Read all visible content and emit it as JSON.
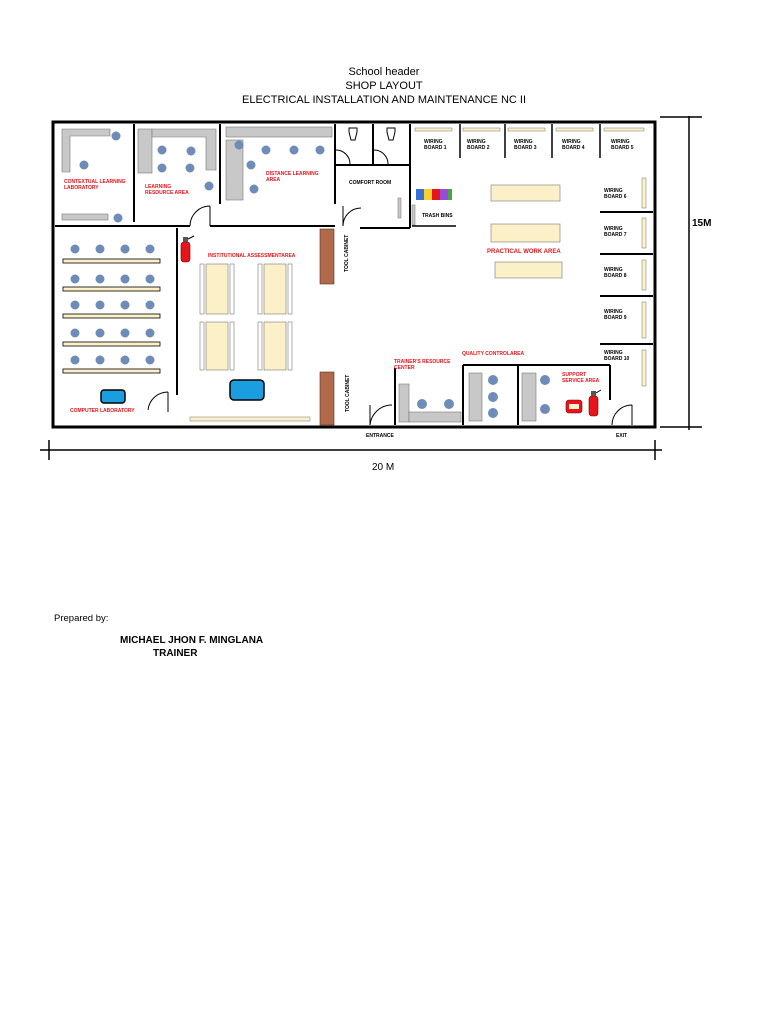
{
  "header": {
    "line1": "School header",
    "line2": "SHOP LAYOUT",
    "line3": "ELECTRICAL INSTALLATION AND MAINTENANCE NC II"
  },
  "rooms": {
    "contextual": [
      "CONTEXTUAL LEARNING",
      "LABORATORY"
    ],
    "learning_resource": [
      "LEARNING",
      "RESOURCE AREA"
    ],
    "distance_learning": [
      "DISTANCE LEARNING",
      "AREA"
    ],
    "comfort_room": "COMFORT ROOM",
    "trash_bins": "TRASH BINS",
    "institutional": "INSTITUTIONAL ASSESSMENTAREA",
    "computer_lab": "COMPUTER LABORATORY",
    "practical": "PRACTICAL WORK AREA",
    "trainers_resource": [
      "TRAINER'S RESOURCE",
      "CENTER"
    ],
    "quality_control": "QUALITY CONTROLAREA",
    "support_service": [
      "SUPPORT",
      "SERVICE AREA"
    ],
    "tool_cabinet": "TOOL CABINET"
  },
  "wiring_boards": [
    [
      "WIRING",
      "BOARD 1"
    ],
    [
      "WIRING",
      "BOARD 2"
    ],
    [
      "WIRING",
      "BOARD 3"
    ],
    [
      "WIRING",
      "BOARD 4"
    ],
    [
      "WIRING",
      "BOARD 5"
    ],
    [
      "WIRING",
      "BOARD 6"
    ],
    [
      "WIRING",
      "BOARD 7"
    ],
    [
      "WIRING",
      "BOARD 8"
    ],
    [
      "WIRING",
      "BOARD 9"
    ],
    [
      "WIRING",
      "BOARD 10"
    ]
  ],
  "doors": {
    "entrance": "ENTRANCE",
    "exit": "EXIT"
  },
  "dimensions": {
    "width": "20 M",
    "height": "15M"
  },
  "footer": {
    "prepared_by": "Prepared by:",
    "name": "MICHAEL JHON F. MINGLANA",
    "role": "TRAINER"
  },
  "colors": {
    "wall": "#000000",
    "label_red": "#e8141c",
    "table_fill": "#fbf0c8",
    "chair_blue": "#6f8cb8",
    "counter_gray": "#c8c8c8",
    "cabinet_brown": "#b06a4a",
    "computer_blue": "#1a9ee0"
  }
}
